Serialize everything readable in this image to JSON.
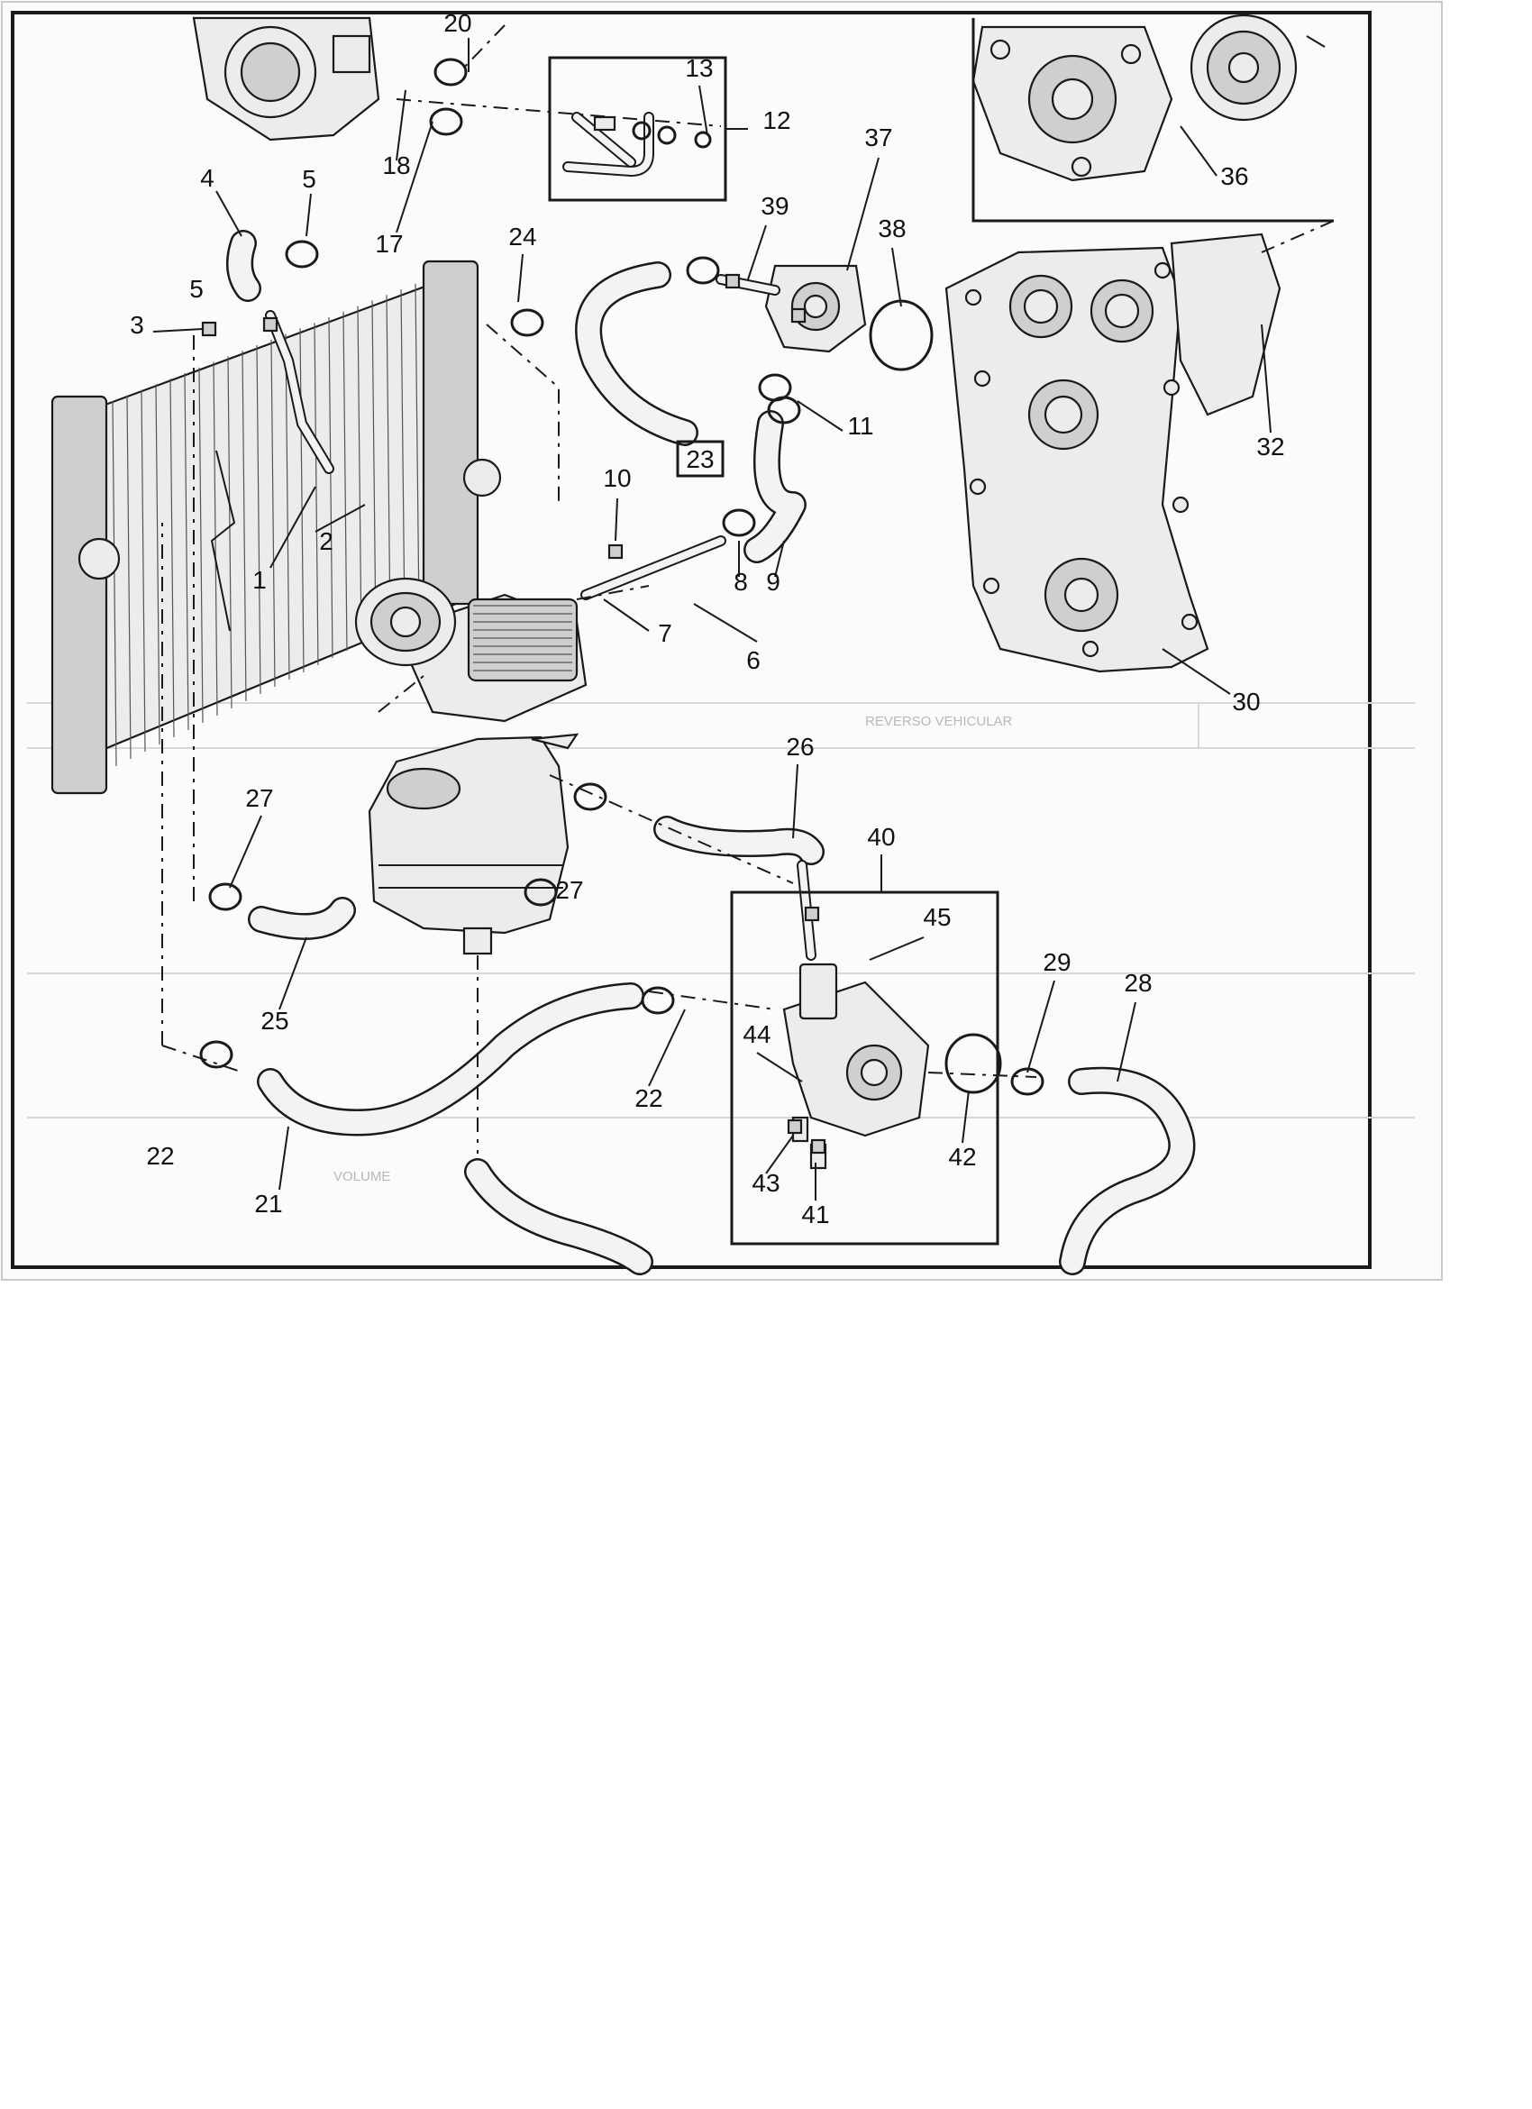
{
  "diagram": {
    "callout_23": "23",
    "callouts": [
      "1",
      "2",
      "3",
      "4",
      "5",
      "6",
      "7",
      "8",
      "9",
      "10",
      "11",
      "12",
      "13",
      "17",
      "18",
      "20",
      "21",
      "22",
      "24",
      "25",
      "26",
      "27",
      "28",
      "29",
      "30",
      "32",
      "36",
      "37",
      "38",
      "39",
      "40",
      "41",
      "42",
      "43",
      "44",
      "45"
    ]
  },
  "scan_bleed": {
    "row_1": "REVERSO VEHICULAR",
    "row_2": "VOLUME"
  },
  "colors": {
    "paper": "#fbfbfb",
    "ink": "#1a1a1a",
    "bleed": "#b8b8b8"
  }
}
